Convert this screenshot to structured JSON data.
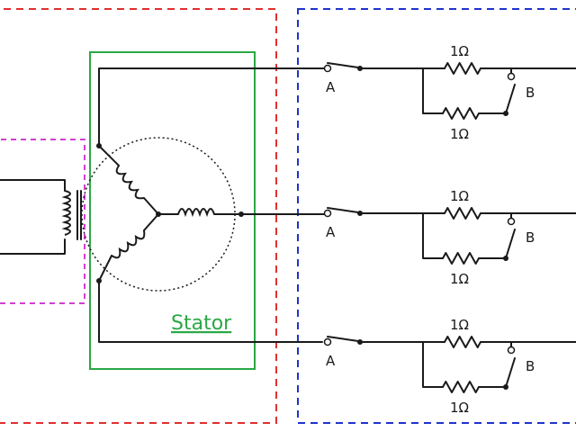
{
  "colors": {
    "red_region": "#e03030",
    "blue_region": "#2233cc",
    "magenta_region": "#d040d0",
    "stator_box": "#2aa845",
    "wire": "#1a1a1a"
  },
  "stator": {
    "label": "Stator"
  },
  "switch_a_label": "A",
  "switch_b_label": "B",
  "resistor_label": "1Ω",
  "phases": [
    {
      "a": "A",
      "b": "B",
      "r_top": "1Ω",
      "r_bottom": "1Ω"
    },
    {
      "a": "A",
      "b": "B",
      "r_top": "1Ω",
      "r_bottom": "1Ω"
    },
    {
      "a": "A",
      "b": "B",
      "r_top": "1Ω",
      "r_bottom": "1Ω"
    }
  ]
}
